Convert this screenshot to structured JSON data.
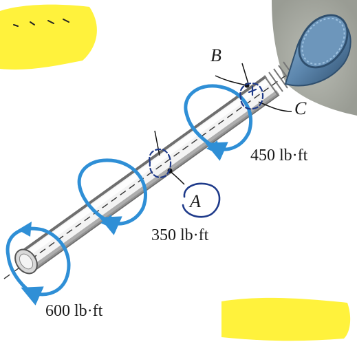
{
  "labels": {
    "point_b": "B",
    "point_c": "C",
    "point_a": "A",
    "torque_450": "450 lb·ft",
    "torque_350": "350 lb·ft",
    "torque_600": "600 lb·ft"
  },
  "colors": {
    "torque_arrow": "#2f8fd6",
    "shaft_light": "#f2f2f2",
    "shaft_shadow": "#8a8a8a",
    "fixture_blue": "#5d87ae",
    "fixture_dark": "#2f4f6e",
    "background_gray": "#8e9188",
    "highlighter_yellow": "#fff23c",
    "ink_blue": "#1e3a8a",
    "text": "#1a1a1a"
  },
  "icons": {
    "torque_arrow": "curved-arrow-icon"
  }
}
